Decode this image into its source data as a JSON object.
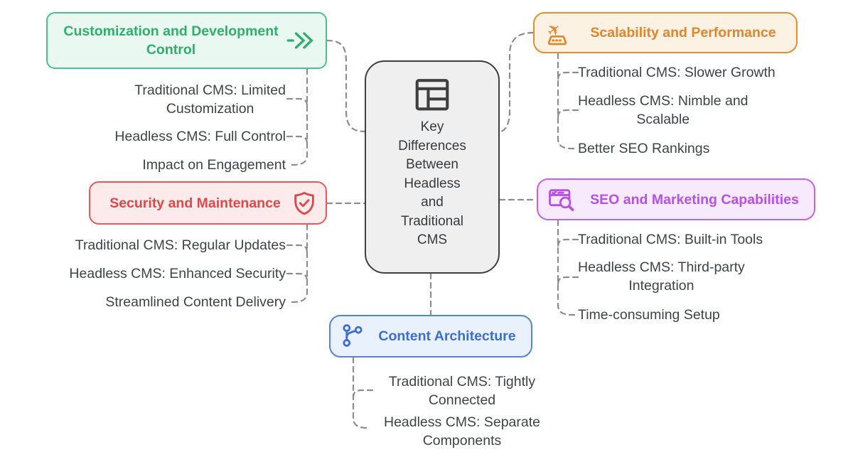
{
  "center": {
    "title": "Key\nDifferences\nBetween\nHeadless\nand\nTraditional\nCMS",
    "icon": "layout-panels-icon"
  },
  "branches": {
    "customization": {
      "label": "Customization and Development Control",
      "icon": "fast-forward-icon",
      "colors": {
        "border": "#4CC08C",
        "text": "#2FAE6E",
        "bg": "#E9F8F0"
      },
      "leaves": [
        "Traditional CMS: Limited\nCustomization",
        "Headless CMS: Full Control",
        "Impact on Engagement"
      ]
    },
    "security": {
      "label": "Security and Maintenance",
      "icon": "shield-check-icon",
      "colors": {
        "border": "#E45B5B",
        "text": "#E04848",
        "bg": "#FDEBEB"
      },
      "leaves": [
        "Traditional CMS: Regular Updates",
        "Headless CMS: Enhanced Security",
        "Streamlined Content Delivery"
      ]
    },
    "scalability": {
      "label": "Scalability and Performance",
      "icon": "flight-takeoff-icon",
      "colors": {
        "border": "#E2902F",
        "text": "#E0862C",
        "bg": "#FCF2E3"
      },
      "leaves": [
        "Traditional CMS: Slower Growth",
        "Headless CMS: Nimble and\nScalable",
        "Better SEO Rankings"
      ]
    },
    "seo": {
      "label": "SEO and Marketing Capabilities",
      "icon": "page-search-icon",
      "colors": {
        "border": "#C95FF2",
        "text": "#BA4FE8",
        "bg": "#F7EAFD"
      },
      "leaves": [
        "Traditional CMS: Built-in Tools",
        "Headless CMS: Third-party\nIntegration",
        "Time-consuming Setup"
      ]
    },
    "architecture": {
      "label": "Content Architecture",
      "icon": "git-branch-icon",
      "colors": {
        "border": "#5585D6",
        "text": "#3D6FD0",
        "bg": "#E8F1FC"
      },
      "leaves": [
        "Traditional CMS: Tightly\nConnected",
        "Headless CMS: Separate\nComponents"
      ]
    }
  },
  "connector_color": "#8C8C8C"
}
